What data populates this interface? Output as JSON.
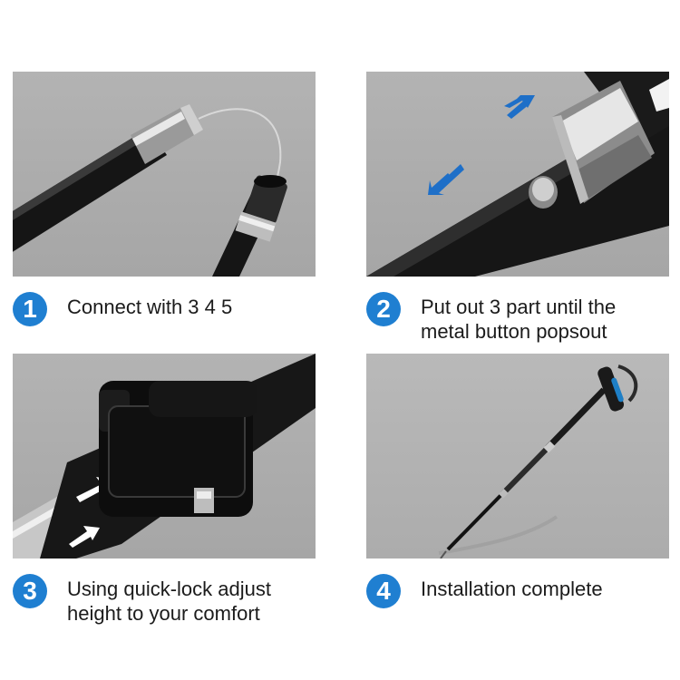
{
  "steps": [
    {
      "number": "1",
      "text": "Connect with 3  4 5",
      "image": "folded-pole-sections-connected-by-cable"
    },
    {
      "number": "2",
      "text": "Put out 3 part until the\nmetal button popsout",
      "image": "pole-extension-with-metal-button"
    },
    {
      "number": "3",
      "text": "Using quick-lock adjust\nheight to your comfort",
      "image": "quick-lock-clamp-close-up"
    },
    {
      "number": "4",
      "text": "Installation complete",
      "image": "assembled-trekking-pole"
    }
  ],
  "colors": {
    "badge": "#1f7fd1",
    "arrow": "#1e6fc8",
    "panel_bg": "#aaaaaa"
  }
}
